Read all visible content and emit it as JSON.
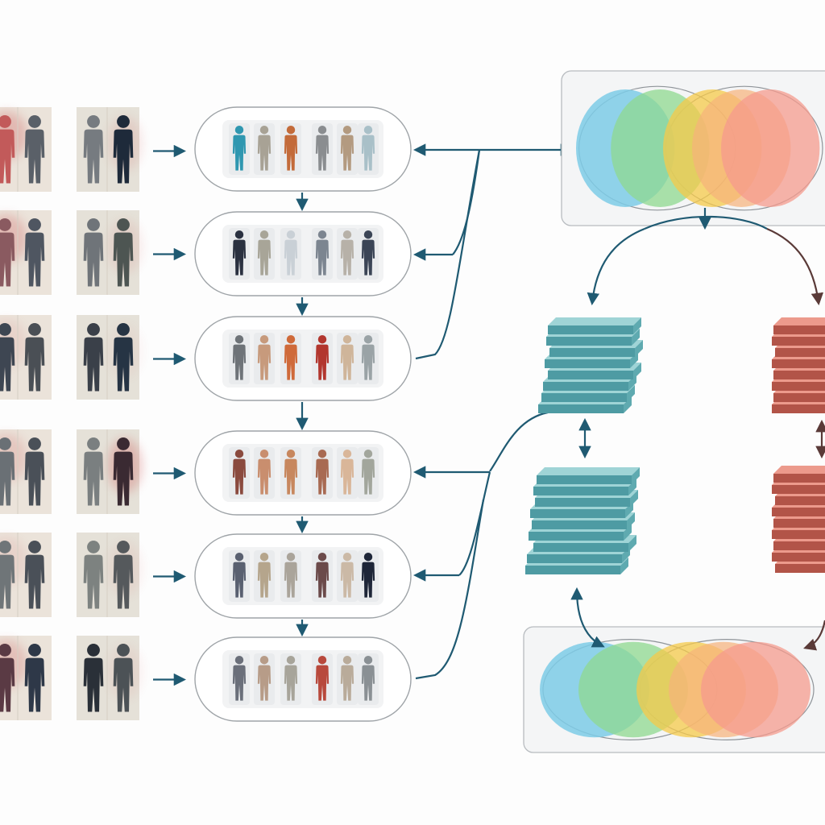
{
  "colors": {
    "background": "#fdfdfd",
    "arrow": "#1f5a72",
    "arrow_dark_red": "#5a3a38",
    "panel_fill": "#f4f5f6",
    "panel_stroke": "#b8bcc0",
    "pill_fill": "#ffffff",
    "pill_stroke": "#9fa4a8",
    "card_fill": "#ebe3da",
    "card_fill_alt": "#e5e1d8",
    "card_blush": "#c94a4a",
    "teal_top": "#9fd4d6",
    "teal_side": "#5faab0",
    "teal_front": "#4e9ba3",
    "red_top": "#ec9a8c",
    "red_side": "#c46558",
    "red_front": "#b25448",
    "venn_blue": "#7ccbe6",
    "venn_green": "#8fd88f",
    "venn_yellow": "#f6c94a",
    "venn_orange": "#f7b27a",
    "venn_salmon": "#f59b8e"
  },
  "input_rows": [
    {
      "card_a": [
        "#c25a5a",
        "#5a6068"
      ],
      "card_b": [
        "#767b80",
        "#1e2a3a"
      ],
      "blush_a": 0.55,
      "blush_b": 0.25
    },
    {
      "card_a": [
        "#8a5a60",
        "#4f5661"
      ],
      "card_b": [
        "#6f7479",
        "#4d5552"
      ],
      "blush_a": 0.5,
      "blush_b": 0.2
    },
    {
      "card_a": [
        "#3e4652",
        "#4a4f55"
      ],
      "card_b": [
        "#3a4049",
        "#263444"
      ],
      "blush_a": 0.2,
      "blush_b": 0.1
    },
    {
      "card_a": [
        "#6a7075",
        "#4a5058"
      ],
      "card_b": [
        "#7a7f80",
        "#3a2a32"
      ],
      "blush_a": 0.35,
      "blush_b": 0.55
    },
    {
      "card_a": [
        "#6f7578",
        "#4a5058"
      ],
      "card_b": [
        "#7d8280",
        "#55595c"
      ],
      "blush_a": 0.2,
      "blush_b": 0.15
    },
    {
      "card_a": [
        "#5a3a44",
        "#2e3848"
      ],
      "card_b": [
        "#2a3038",
        "#4c5256"
      ],
      "blush_a": 0.45,
      "blush_b": 0.15
    }
  ],
  "groups": [
    {
      "figures": [
        "#2f97b0",
        "#a8a295",
        "#c36b3a",
        "#8a8d90",
        "#b39a80",
        "#a9c0c8"
      ]
    },
    {
      "figures": [
        "#2a3140",
        "#a8a598",
        "#c9d0d6",
        "#7c8590",
        "#b7b1a8",
        "#3b4556"
      ]
    },
    {
      "figures": [
        "#6e7378",
        "#c79a7c",
        "#cf6a3a",
        "#b2362e",
        "#cfb59a",
        "#9aa3a6"
      ]
    },
    {
      "figures": [
        "#8a4a3e",
        "#c98e6e",
        "#c7875e",
        "#a86a52",
        "#d9b699",
        "#a2a69c"
      ]
    },
    {
      "figures": [
        "#596070",
        "#b5a58c",
        "#aaa49a",
        "#6b4a4a",
        "#cbb9a6",
        "#1e2638"
      ]
    },
    {
      "figures": [
        "#6a6f7a",
        "#b79c88",
        "#a7a49a",
        "#b8493c",
        "#b9ab9a",
        "#8a9094"
      ]
    }
  ]
}
